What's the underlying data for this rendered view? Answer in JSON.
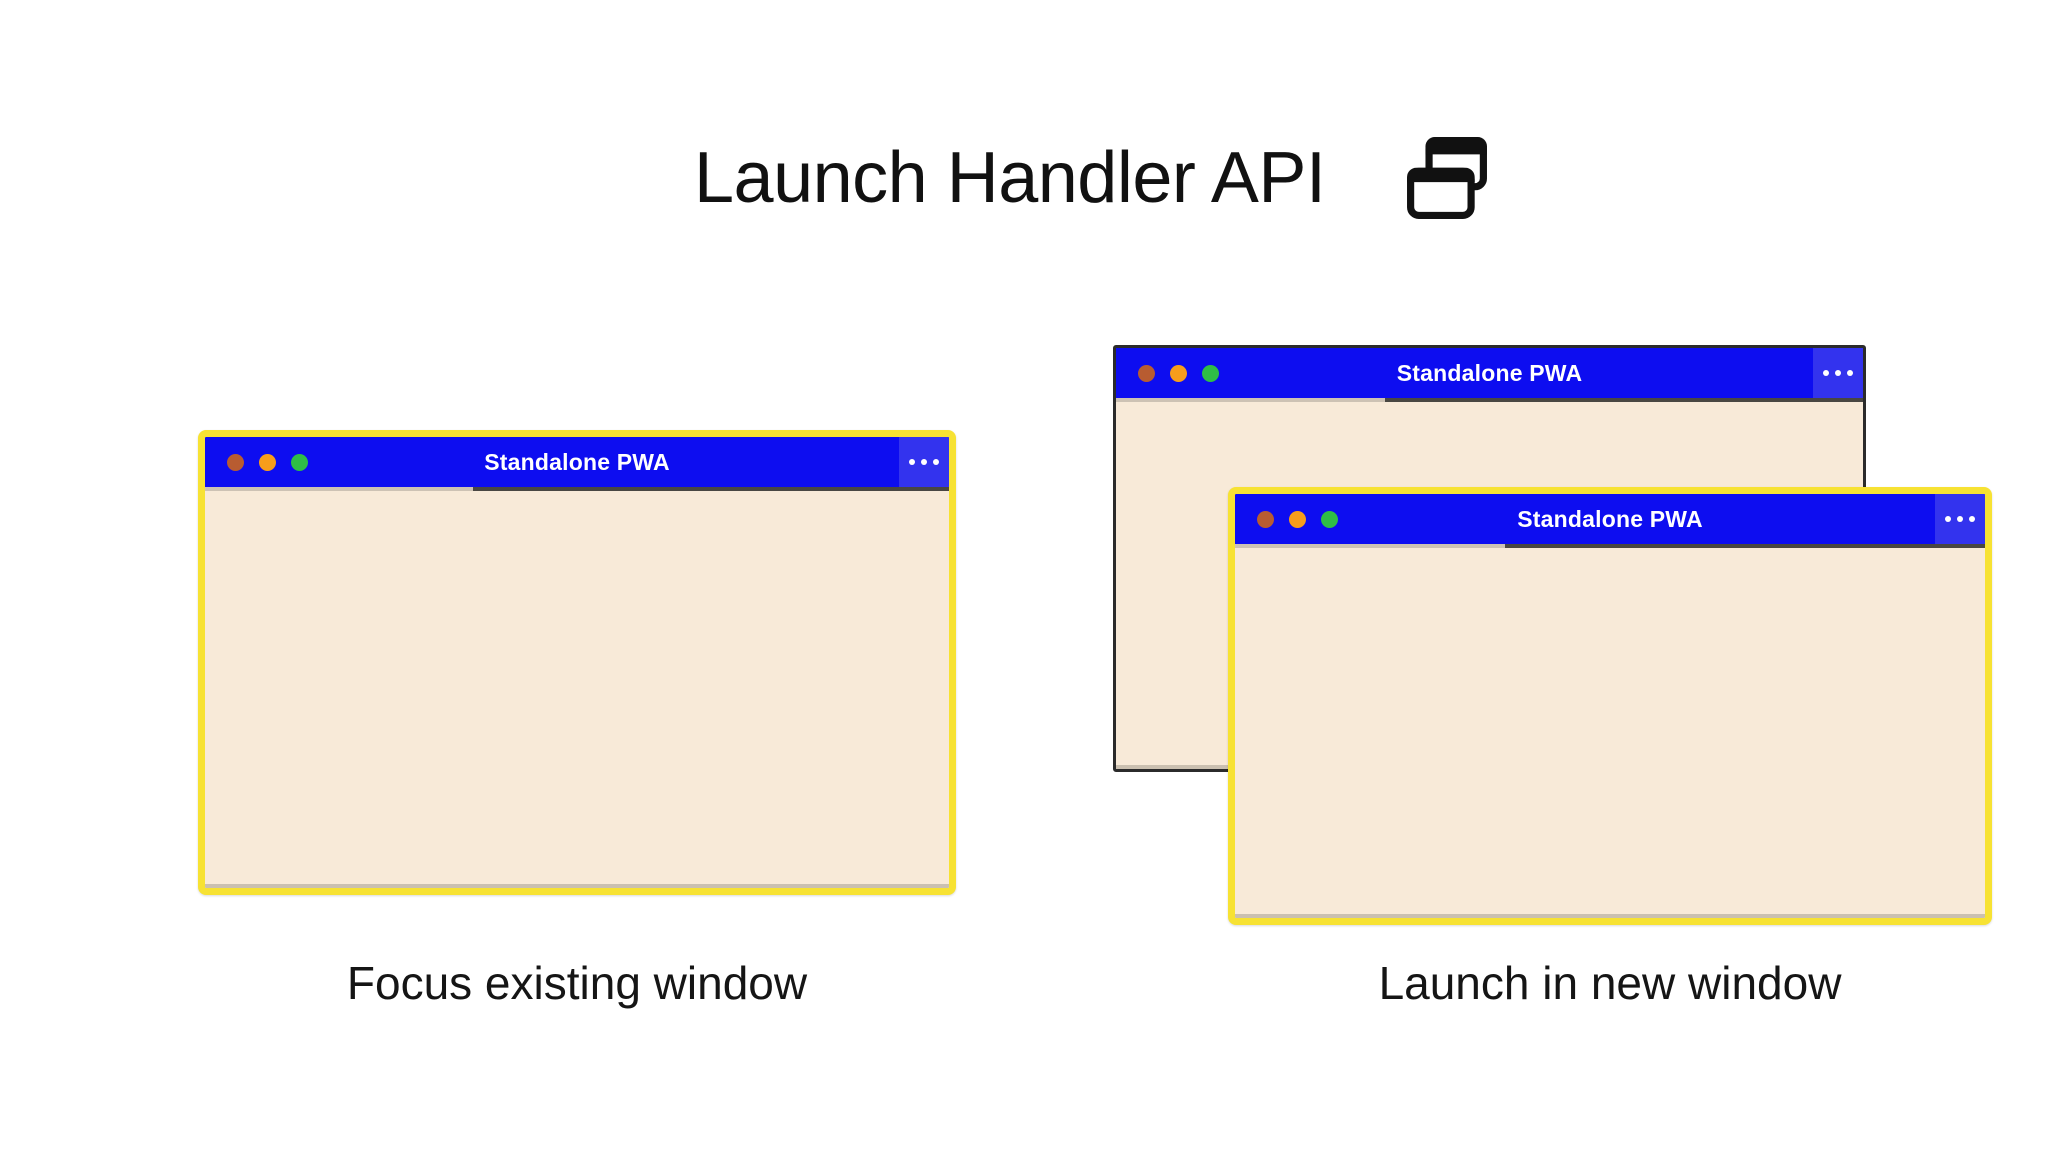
{
  "header": {
    "title": "Launch Handler API",
    "icon": "overlapping-windows-icon"
  },
  "window_chrome": {
    "title": "Standalone PWA",
    "menu_icon": "ellipsis-menu-icon",
    "traffic_light_colors": [
      "#b85c31",
      "#f79d1b",
      "#2fbe46"
    ]
  },
  "scenarios": [
    {
      "id": "focus-existing",
      "caption": "Focus existing window"
    },
    {
      "id": "launch-new",
      "caption": "Launch in new window"
    }
  ],
  "colors": {
    "titlebar_blue": "#0d0df0",
    "menu_box_blue": "#3333ee",
    "window_body_cream": "#f8ead8",
    "highlight_border_yellow": "#f7e233",
    "back_window_border": "#2b2b2b",
    "text": "#111111",
    "background": "#ffffff"
  }
}
